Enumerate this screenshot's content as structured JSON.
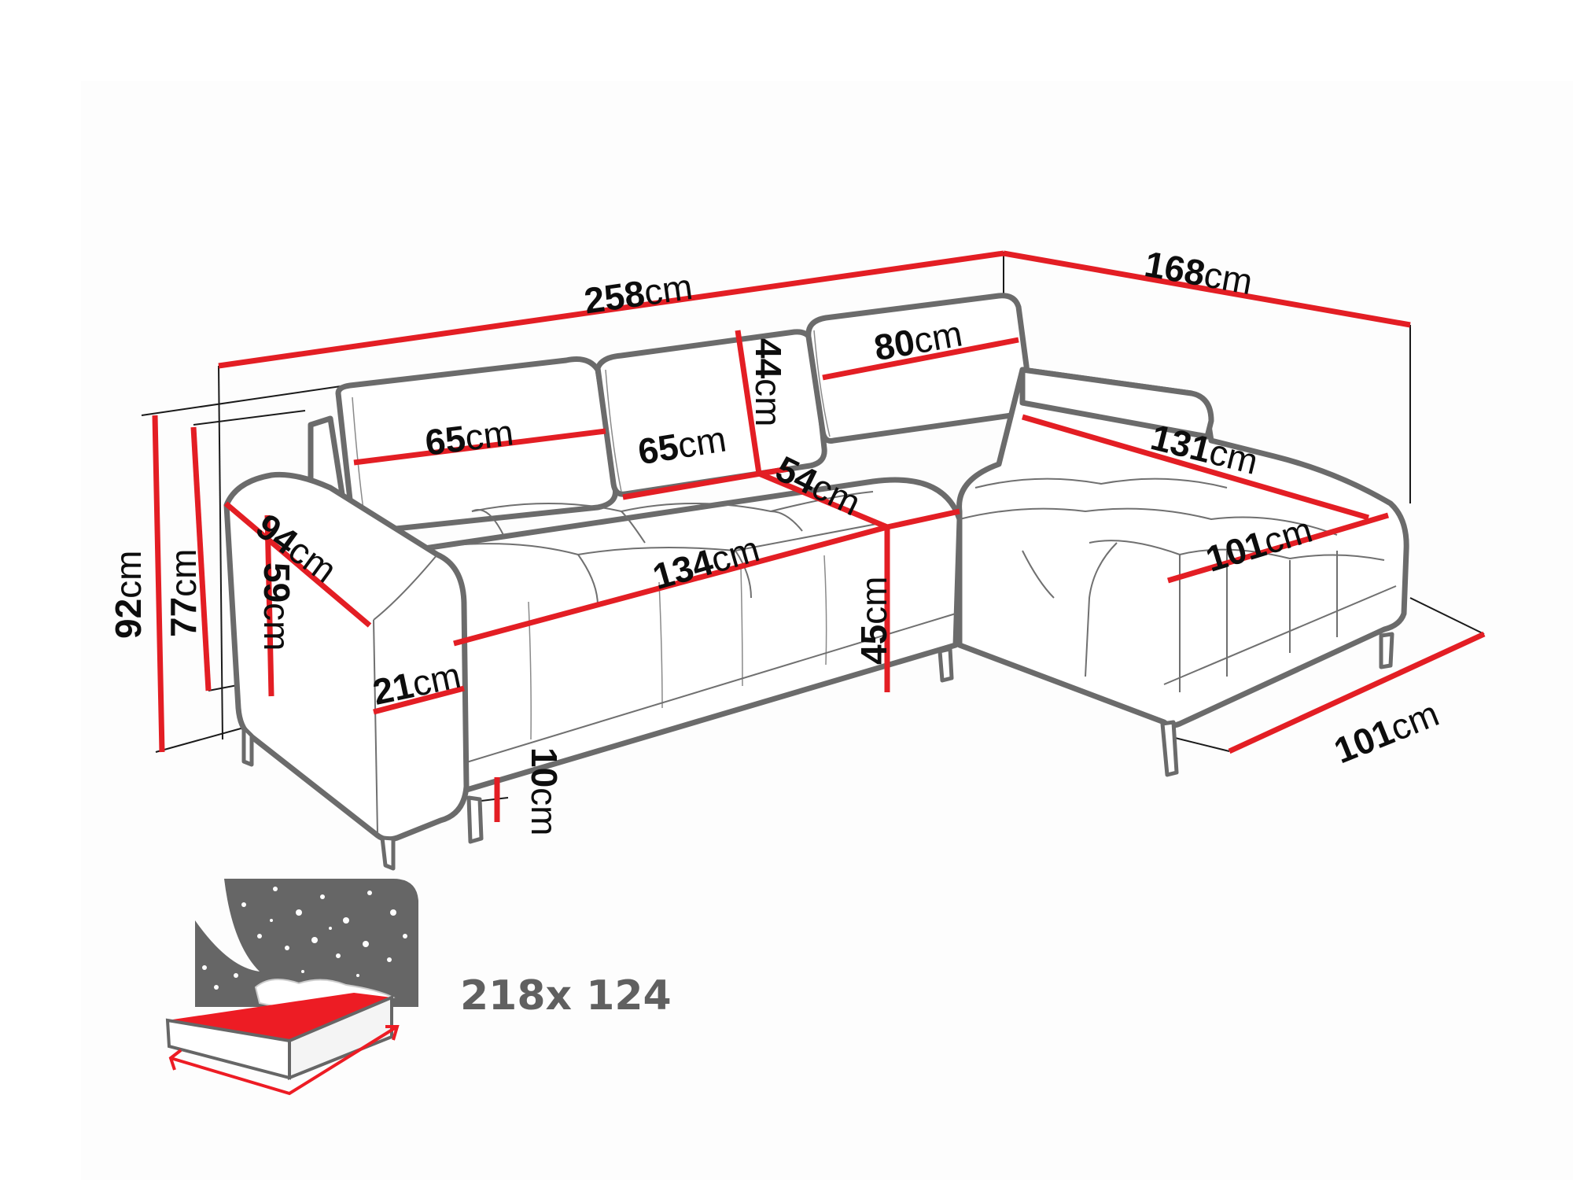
{
  "diagram": {
    "subject": "Corner sofa bed dimensions",
    "unit": "cm",
    "accent_color": "#e31e24",
    "outline_color": "#6b6b6b",
    "dimensions": {
      "overall_width": {
        "value": "258",
        "unit": "cm"
      },
      "chaise_length": {
        "value": "168",
        "unit": "cm"
      },
      "back_cushion_1_width": {
        "value": "65",
        "unit": "cm"
      },
      "back_cushion_2_width": {
        "value": "65",
        "unit": "cm"
      },
      "back_cushion_height": {
        "value": "44",
        "unit": "cm"
      },
      "corner_cushion_width": {
        "value": "80",
        "unit": "cm"
      },
      "seat_depth": {
        "value": "54",
        "unit": "cm"
      },
      "seat_width": {
        "value": "134",
        "unit": "cm"
      },
      "seat_height": {
        "value": "45",
        "unit": "cm"
      },
      "armrest_depth": {
        "value": "94",
        "unit": "cm"
      },
      "armrest_height": {
        "value": "59",
        "unit": "cm"
      },
      "armrest_width": {
        "value": "21",
        "unit": "cm"
      },
      "total_height": {
        "value": "92",
        "unit": "cm"
      },
      "backrest_height": {
        "value": "77",
        "unit": "cm"
      },
      "leg_height": {
        "value": "10",
        "unit": "cm"
      },
      "chaise_inner_length": {
        "value": "131",
        "unit": "cm"
      },
      "chaise_seat_width": {
        "value": "101",
        "unit": "cm"
      },
      "chaise_width": {
        "value": "101",
        "unit": "cm"
      }
    },
    "sleeping_area": {
      "icon": "bed-with-stars-icon",
      "label": "218x 124"
    }
  }
}
